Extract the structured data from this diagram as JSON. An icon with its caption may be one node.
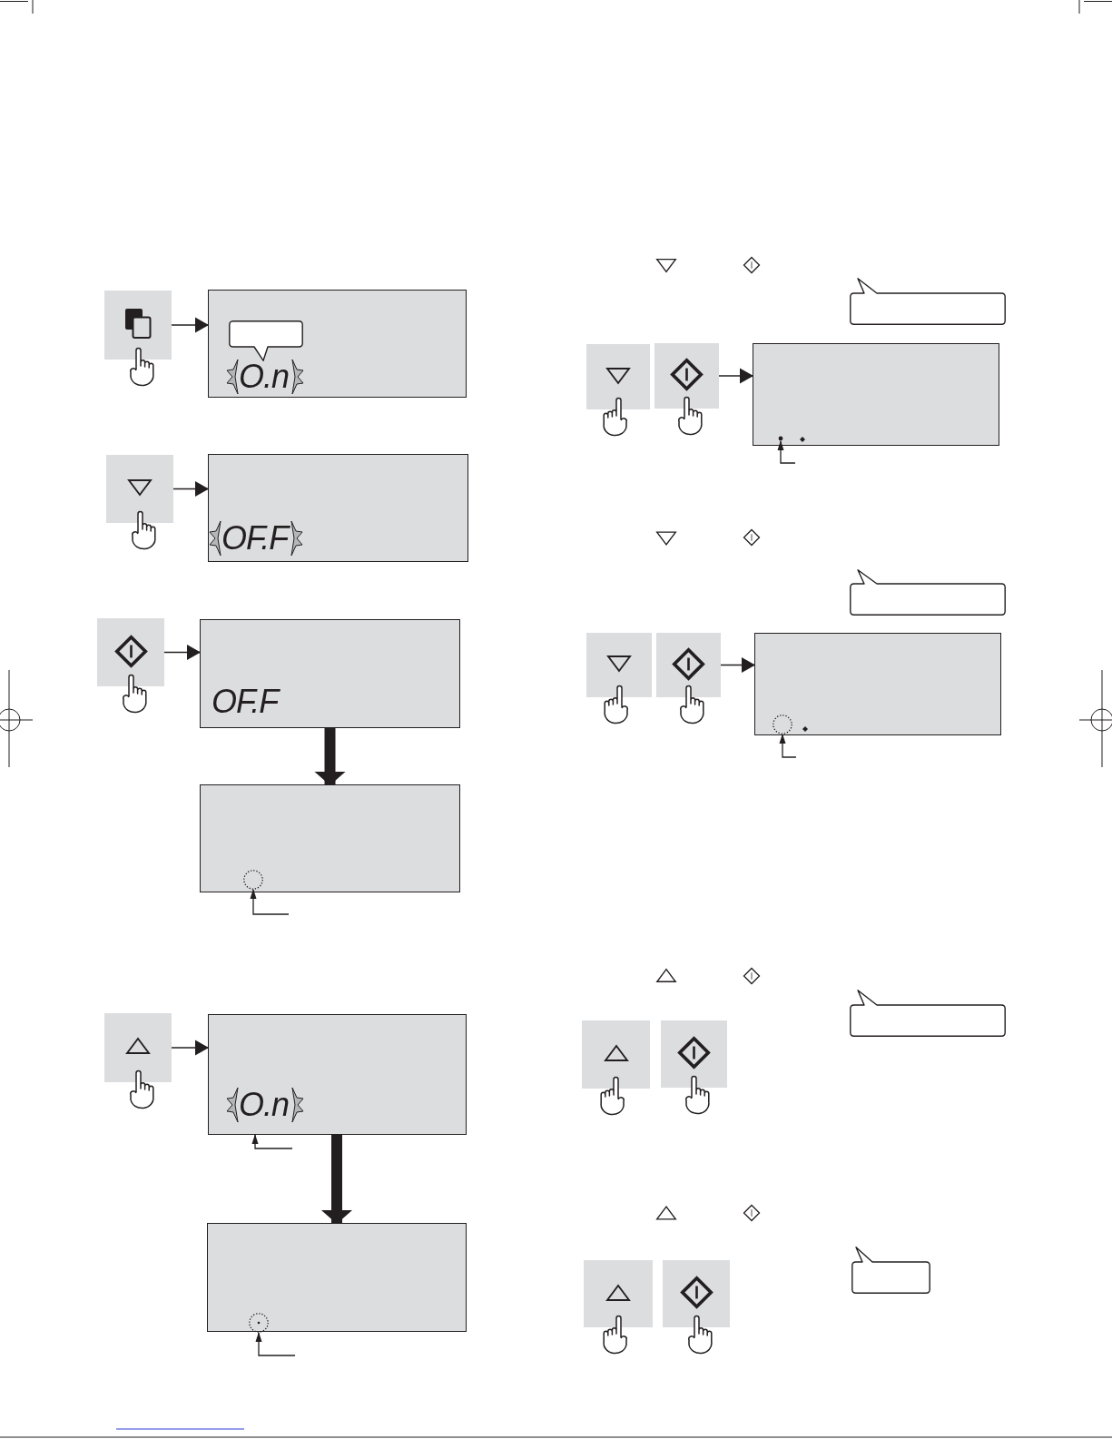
{
  "diagram": {
    "nodes": [
      {
        "text": [],
        "shape": "box"
      },
      {
        "text": [
          "O.n"
        ]
      },
      {
        "text": [],
        "shape": "bubble",
        "in": 1
      },
      {
        "text": [],
        "shape": "box"
      },
      {
        "text": [
          "OF.F"
        ]
      },
      {
        "text": [],
        "shape": "box"
      },
      {
        "text": [
          "OF.F"
        ]
      },
      {
        "text": [],
        "shape": "box"
      },
      {
        "text": [],
        "shape": "circle",
        "in": 7
      },
      {
        "text": [],
        "shape": "box"
      },
      {
        "text": [
          "O.n"
        ]
      },
      {
        "text": [],
        "shape": "box"
      },
      {
        "text": [],
        "shape": "circle",
        "in": 11
      },
      {
        "text": [],
        "shape": "bubble"
      },
      {
        "text": [],
        "shape": "box"
      },
      {
        "text": [],
        "shape": "box"
      },
      {
        "text": [],
        "shape": "box"
      },
      {
        "text": [],
        "shape": "circle",
        "in": 16
      },
      {
        "text": [],
        "shape": "bubble"
      },
      {
        "text": [],
        "shape": "box"
      },
      {
        "text": [],
        "shape": "box"
      },
      {
        "text": [],
        "shape": "box"
      },
      {
        "text": [],
        "shape": "circle",
        "in": 21
      },
      {
        "text": [],
        "shape": "bubble"
      },
      {
        "text": [],
        "shape": "box"
      },
      {
        "text": [],
        "shape": "box"
      },
      {
        "text": [],
        "shape": "bubble"
      },
      {
        "text": [],
        "shape": "box"
      },
      {
        "text": [],
        "shape": "box"
      }
    ],
    "edges": [
      {
        "from": 0,
        "to": 1,
        "arrow": "to"
      },
      {
        "from": 3,
        "to": 4,
        "arrow": "to"
      },
      {
        "from": 5,
        "to": 6,
        "arrow": "to"
      },
      {
        "from": 6,
        "to": 7,
        "arrow": "to",
        "style": "thick"
      },
      {
        "from": null,
        "to": 8,
        "arrow": "to"
      },
      {
        "from": 9,
        "to": 10,
        "arrow": "to"
      },
      {
        "from": null,
        "to": 10,
        "arrow": "to"
      },
      {
        "from": 10,
        "to": 11,
        "arrow": "to",
        "style": "thick"
      },
      {
        "from": null,
        "to": 12,
        "arrow": "to"
      },
      {
        "from": 15,
        "to": 16,
        "arrow": "to"
      },
      {
        "from": null,
        "to": 17,
        "arrow": "to"
      },
      {
        "from": 20,
        "to": 21,
        "arrow": "to"
      },
      {
        "from": null,
        "to": 22,
        "arrow": "to"
      }
    ]
  }
}
